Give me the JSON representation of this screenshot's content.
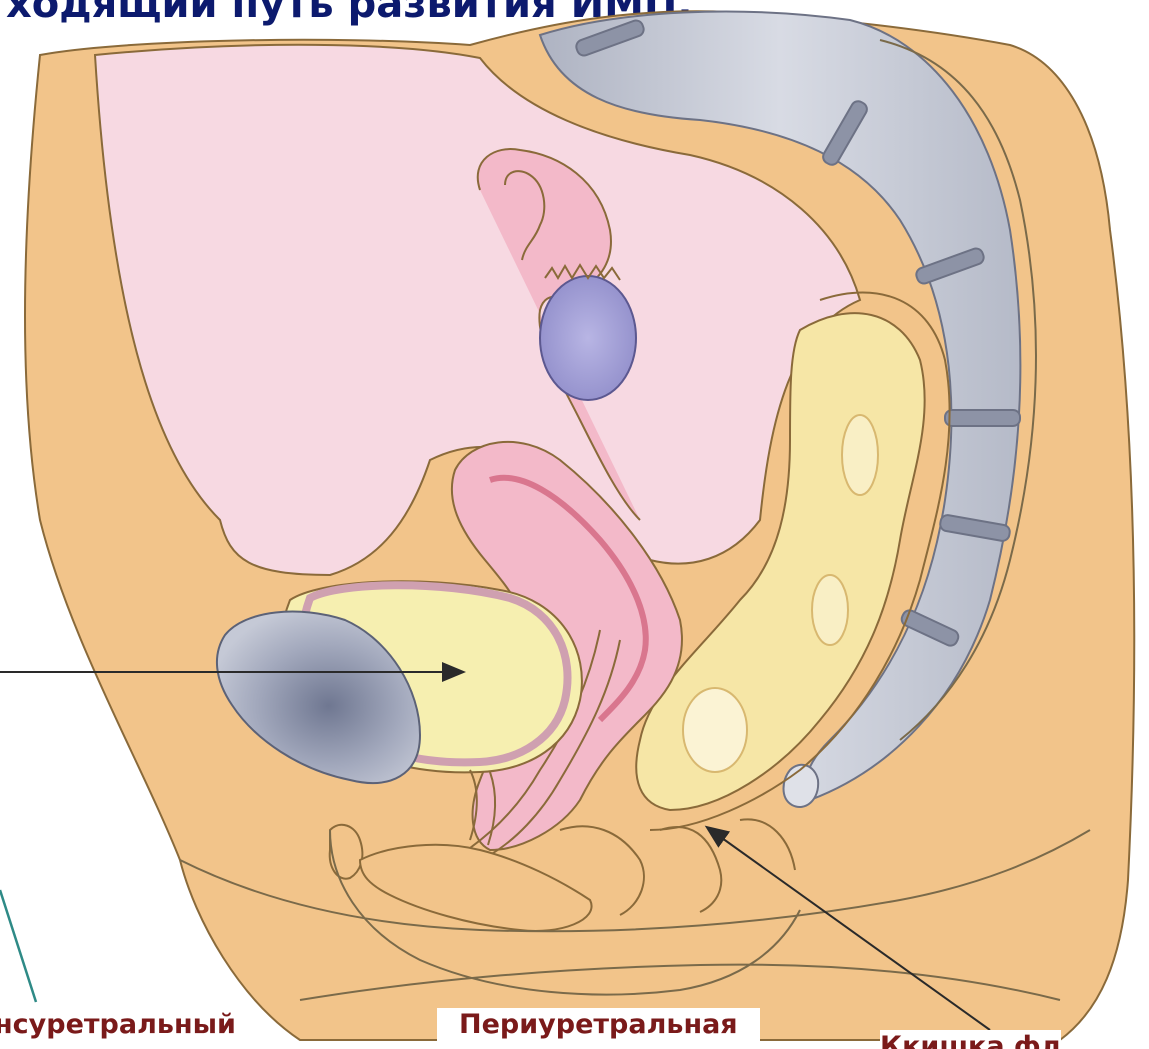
{
  "title": "ходящий путь развития ИМП.",
  "labels": {
    "left": "нсуретральный",
    "center": "Периуретральная",
    "right": "Ккишка фл"
  },
  "colors": {
    "skin": "#f2c48a",
    "pelvic_cavity": "#f7d9e2",
    "bladder": "#f6efb0",
    "uterus": "#f3b9c9",
    "ovary": "#a9a6d8",
    "spine": "#c9ccd6",
    "bone": "#9ea5b8",
    "rectum": "#f6e6a6",
    "title": "#0c1a6e",
    "label": "#7a1a1a",
    "outline": "#5a4a2a",
    "teal_arrow": "#2e8a86"
  }
}
